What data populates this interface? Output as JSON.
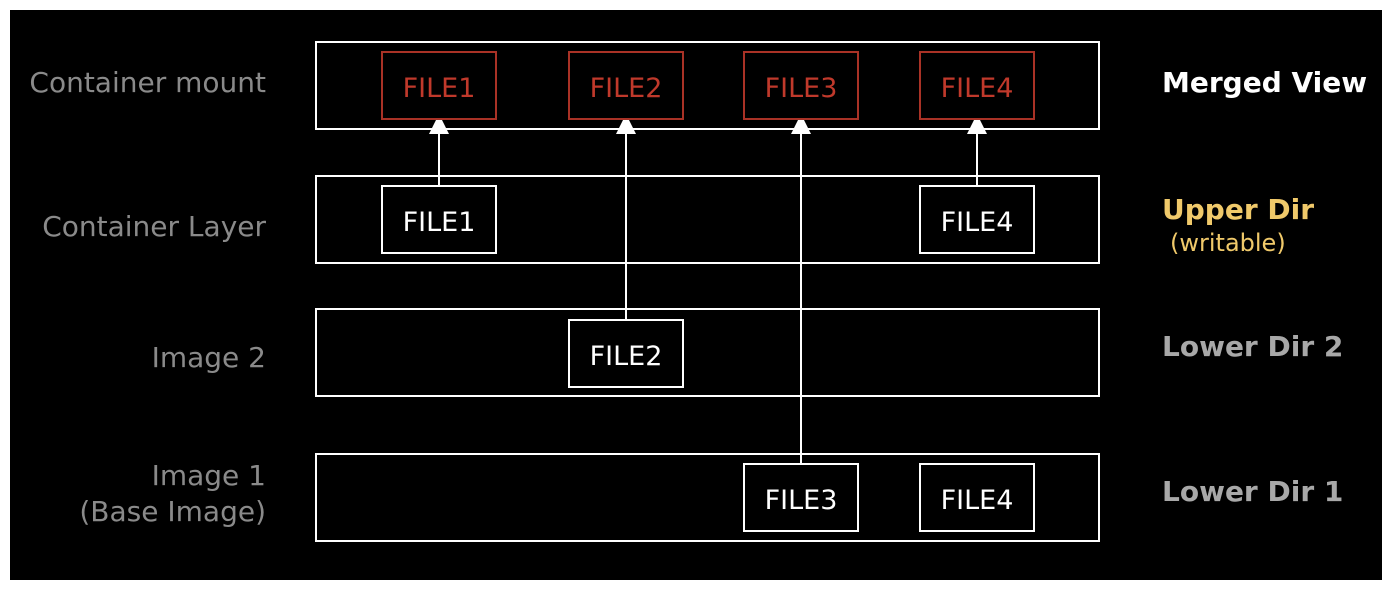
{
  "layers": [
    {
      "left_label": "Container mount",
      "right_label": "Merged View",
      "right_sublabel": "",
      "files": [
        {
          "name": "FILE1",
          "highlighted": true
        },
        {
          "name": "FILE2",
          "highlighted": true
        },
        {
          "name": "FILE3",
          "highlighted": true
        },
        {
          "name": "FILE4",
          "highlighted": true
        }
      ]
    },
    {
      "left_label": "Container Layer",
      "right_label": "Upper Dir",
      "right_sublabel": "(writable)",
      "files": [
        {
          "name": "FILE1",
          "highlighted": false
        },
        {
          "name": "FILE4",
          "highlighted": false
        }
      ]
    },
    {
      "left_label": "Image 2",
      "right_label": "Lower Dir 2",
      "right_sublabel": "",
      "files": [
        {
          "name": "FILE2",
          "highlighted": false
        }
      ]
    },
    {
      "left_label_line1": "Image 1",
      "left_label_line2": "(Base Image)",
      "right_label": "Lower Dir 1",
      "right_sublabel": "",
      "files": [
        {
          "name": "FILE3",
          "highlighted": false
        },
        {
          "name": "FILE4",
          "highlighted": false
        }
      ]
    }
  ],
  "arrows": [
    {
      "from": "Container Layer FILE1",
      "to": "Container mount FILE1"
    },
    {
      "from": "Image 2 FILE2",
      "to": "Container mount FILE2"
    },
    {
      "from": "Image 1 FILE3",
      "to": "Container mount FILE3"
    },
    {
      "from": "Container Layer FILE4",
      "to": "Container mount FILE4"
    }
  ],
  "colors": {
    "background": "#000000",
    "frame": "#ffffff",
    "merged_file": "#c0392b",
    "merged_view_label": "#ffffff",
    "upper_dir_label": "#f0c96a",
    "lower_dir_label": "#a8a8a8",
    "side_label": "#8a8a8a"
  }
}
